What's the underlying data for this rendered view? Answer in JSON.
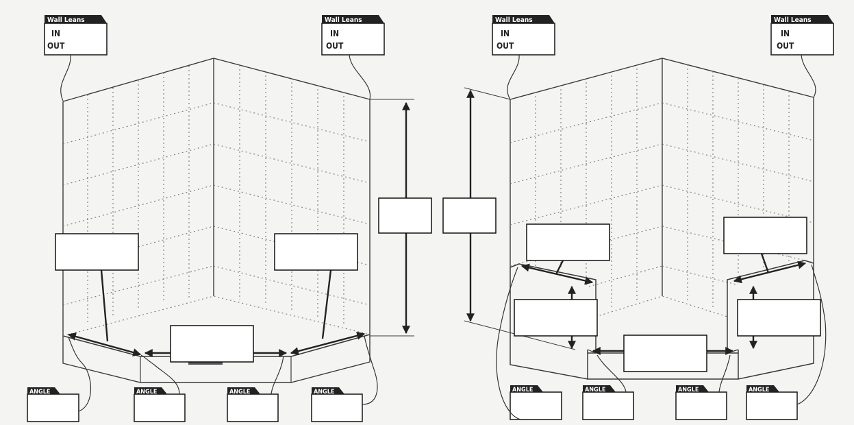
{
  "wall_leans_tag": {
    "title": "Wall Leans",
    "in_label": "IN",
    "out_label": "OUT"
  },
  "angle_tag": {
    "title": "ANGLE"
  },
  "colors": {
    "background": "#f4f4f2",
    "line": "#3a3a3a",
    "tab": "#222222",
    "label_box": "#ffffff"
  }
}
